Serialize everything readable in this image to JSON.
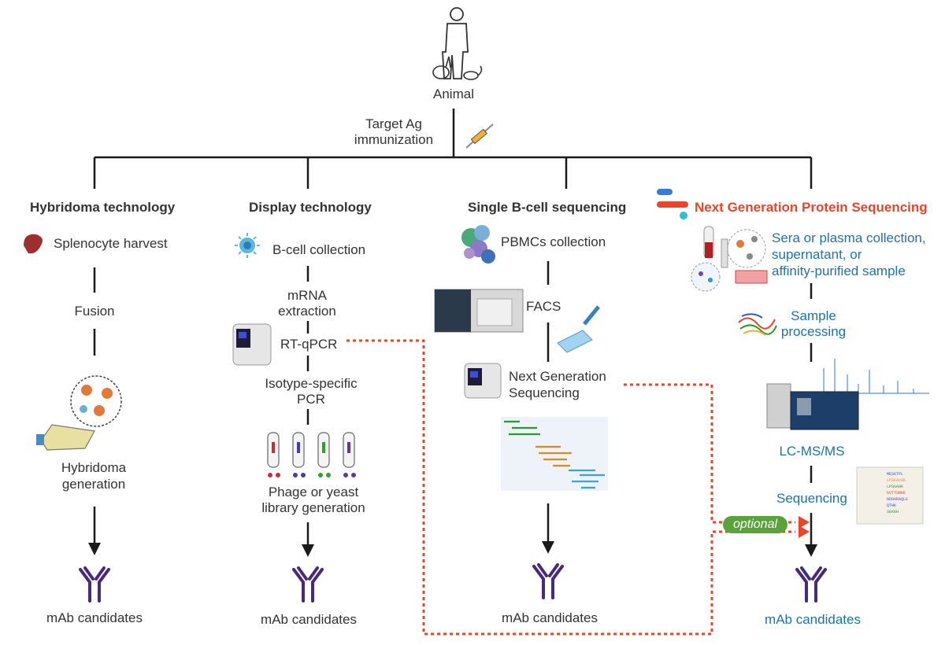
{
  "top": {
    "label": "Animal",
    "step": "Target Ag\nimmunization"
  },
  "columns": [
    {
      "title": "Hybridoma technology",
      "steps": [
        "Splenocyte harvest",
        "Fusion",
        "Hybridoma\ngeneration"
      ],
      "result": "mAb candidates"
    },
    {
      "title": "Display technology",
      "steps": [
        "B-cell collection",
        "mRNA\nextraction",
        "RT-qPCR",
        "Isotype-specific\nPCR",
        "Phage or yeast\nlibrary generation"
      ],
      "result": "mAb candidates"
    },
    {
      "title": "Single B-cell sequencing",
      "steps": [
        "PBMCs collection",
        "FACS",
        "Next Generation\nSequencing"
      ],
      "result": "mAb candidates"
    },
    {
      "title": "Next Generation Protein Sequencing",
      "steps": [
        "Sera or plasma collection,\nsupernatant,  or\naffinity-purified sample",
        "Sample\nprocessing",
        "LC-MS/MS",
        "Sequencing"
      ],
      "result": "mAb candidates"
    }
  ],
  "optional_label": "optional",
  "colors": {
    "line": "#1a1a1a",
    "dashed": "#e8452a",
    "highlight": "#e8452a",
    "ngps_text": "#1e73a8",
    "antibody": "#4a2a78",
    "optional_bg": "#5aa33b"
  },
  "icons": [
    "person-icon",
    "rabbit-icon",
    "mouse-icon",
    "syringe-icon",
    "spleen-icon",
    "b-cell-icon",
    "pbmc-cells-icon",
    "hybridoma-flask-icon",
    "qpcr-machine-icon",
    "phage-library-icon",
    "facs-machine-icon",
    "pipette-icon",
    "sequencer-icon",
    "ngs-reads-icon",
    "ngps-logo-icon",
    "sample-tubes-icon",
    "peptide-strands-icon",
    "mass-spectrum-icon",
    "lc-ms-instrument-icon",
    "sequence-readout-icon",
    "antibody-icon"
  ]
}
